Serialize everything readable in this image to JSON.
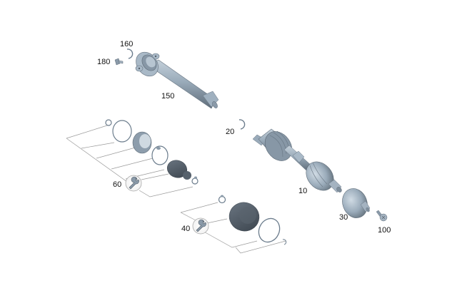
{
  "diagram": {
    "type": "exploded-parts-view",
    "subject": "drive shaft assembly",
    "colors": {
      "part_light": "#a8b8c6",
      "part_mid": "#8a9cad",
      "part_dark": "#56616c",
      "boot_dark": "#4a545e",
      "leader_line": "#9a9a9a",
      "ring_stroke": "#6b7c8c",
      "label_text": "#111111",
      "background": "#ffffff"
    },
    "callouts": [
      {
        "id": "160",
        "label": "160",
        "part": "retaining-ring"
      },
      {
        "id": "180",
        "label": "180",
        "part": "bolt"
      },
      {
        "id": "150",
        "label": "150",
        "part": "intermediate-shaft-with-bearing-flange"
      },
      {
        "id": "20",
        "label": "20",
        "part": "circlip"
      },
      {
        "id": "10",
        "label": "10",
        "part": "drive-shaft"
      },
      {
        "id": "60",
        "label": "60",
        "part": "inner-joint-boot-kit",
        "icon": "wrench-icon"
      },
      {
        "id": "40",
        "label": "40",
        "part": "outer-joint-boot-kit",
        "icon": "wrench-icon"
      },
      {
        "id": "30",
        "label": "30",
        "part": "outer-cv-joint"
      },
      {
        "id": "100",
        "label": "100",
        "part": "collar-bolt"
      }
    ]
  }
}
